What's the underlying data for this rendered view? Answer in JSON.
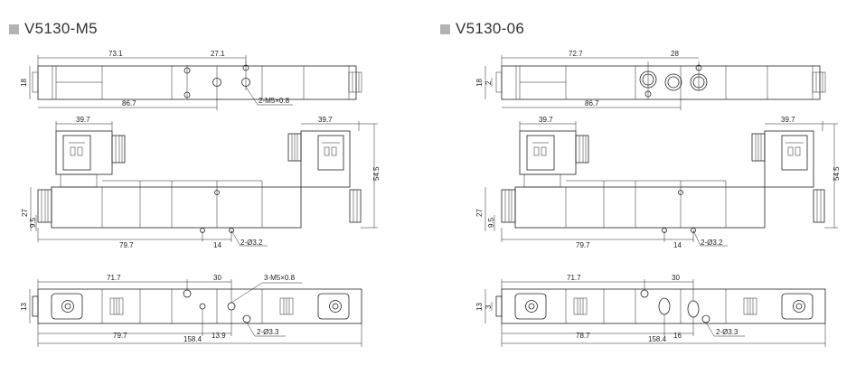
{
  "panels": [
    {
      "title": "V5130-M5",
      "top": {
        "dim_left": "73.1",
        "dim_mid": "27.1",
        "dim_height": "18",
        "dim_bottom": "86.7",
        "port_label": "2-M5×0.8"
      },
      "front": {
        "dim_left": "39.7",
        "dim_right": "39.7",
        "dim_height_total": "54.5",
        "dim_height_body": "27",
        "dim_height_low": "9.5",
        "dim_bottom": "79.7",
        "dim_small": "14",
        "hole_label": "2-Ø3.2"
      },
      "bottom": {
        "dim_left": "71.7",
        "dim_mid": "30",
        "dim_height": "13",
        "dim_a": "79.7",
        "dim_b": "13.9",
        "dim_total": "158.4",
        "port_label": "3-M5×0.8",
        "hole_label": "2-Ø3.3"
      }
    },
    {
      "title": "V5130-06",
      "top": {
        "dim_left": "72.7",
        "dim_mid": "28",
        "dim_height": "18",
        "dim_height2": "2",
        "dim_bottom": "86.7"
      },
      "front": {
        "dim_left": "39.7",
        "dim_right": "39.7",
        "dim_height_total": "54.5",
        "dim_height_body": "27",
        "dim_height_low": "9.5",
        "dim_bottom": "79.7",
        "dim_small": "14",
        "hole_label": "2-Ø3.2"
      },
      "bottom": {
        "dim_left": "71.7",
        "dim_mid": "30",
        "dim_height": "13",
        "dim_height2": "3",
        "dim_a": "78.7",
        "dim_b": "16",
        "dim_total": "158.4",
        "hole_label": "2-Ø3.3"
      }
    }
  ],
  "colors": {
    "stroke": "#222222",
    "title_square": "#b3b3b3"
  }
}
